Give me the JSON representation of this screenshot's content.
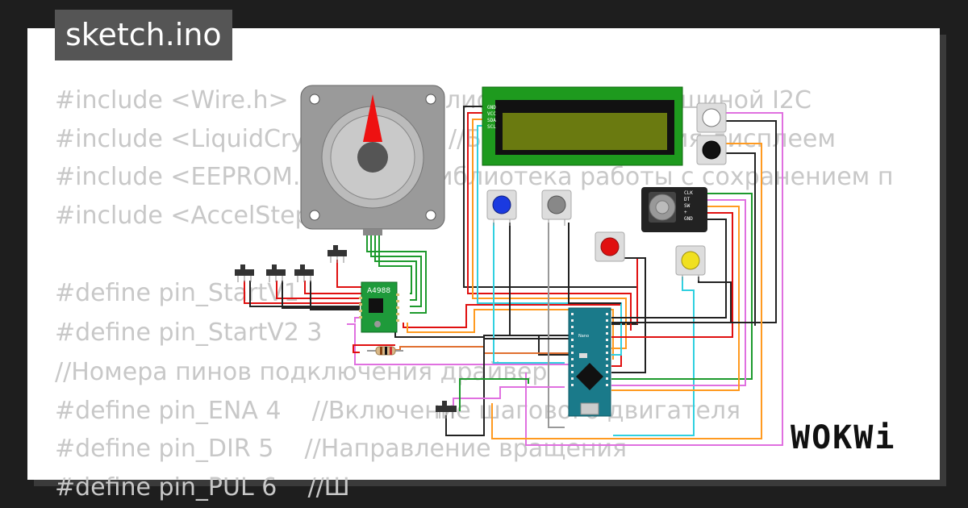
{
  "project": {
    "title": "sketch.ino"
  },
  "code_lines": [
    "#include <Wire.h>",
    "#include <LiquidCrys",
    "#include <EEPROM.h",
    "#include <AccelStepp",
    "",
    "#define pin_StartV1",
    "#define pin_StartV2 3",
    "//Номера пинов подключения драйвер",
    "#define pin_ENA 4    //Включение шагового двигателя",
    "#define pin_DIR 5    //Направление вращения",
    "#define pin_PUL 6    //Ш"
  ],
  "code_fragments": [
    "лиотеки работы с шиной I2C",
    "//Б                 вления дисплеем",
    "иблиотека работы с сохранением п"
  ],
  "components": {
    "driver_label": "A4988",
    "lcd_pins": [
      "GND",
      "VCC",
      "SDA",
      "SCL"
    ],
    "encoder_pins": [
      "CLK",
      "DT",
      "SW",
      "+",
      "GND"
    ],
    "nano_label": "Nano"
  },
  "brand": {
    "name": "WOKWi"
  },
  "colors": {
    "lcd_green": "#1e9a1e",
    "lcd_screen": "#6a7a10",
    "nano_blue": "#1a7a8a",
    "driver_green": "#1e9a3a"
  }
}
